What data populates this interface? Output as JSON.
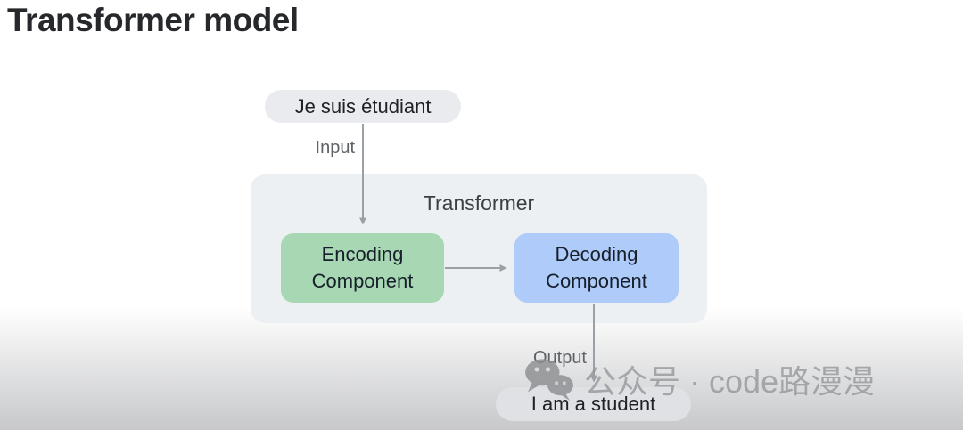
{
  "page": {
    "title": "Transformer model"
  },
  "flow": {
    "source_phrase": "Je suis étudiant",
    "input_label": "Input",
    "transformer_label": "Transformer",
    "encoder_label": "Encoding\nComponent",
    "decoder_label": "Decoding\nComponent",
    "output_label": "Output",
    "result_phrase": "I am a student"
  },
  "watermark": {
    "icon": "wechat-icon",
    "text": "公众号 · code路漫漫"
  },
  "colors": {
    "encoder_bg": "#a7d7b3",
    "decoder_bg": "#aecbfa",
    "container_bg": "#edf0f2",
    "input_pill_bg": "#e9ebee",
    "output_pill_bg": "#dfe1e4",
    "arrow": "#9aa0a6",
    "title_text": "#26282b",
    "flow_label_text": "#5f6368",
    "watermark_text": "#96989b",
    "floor_gradient_end": "#c7c8ca"
  }
}
